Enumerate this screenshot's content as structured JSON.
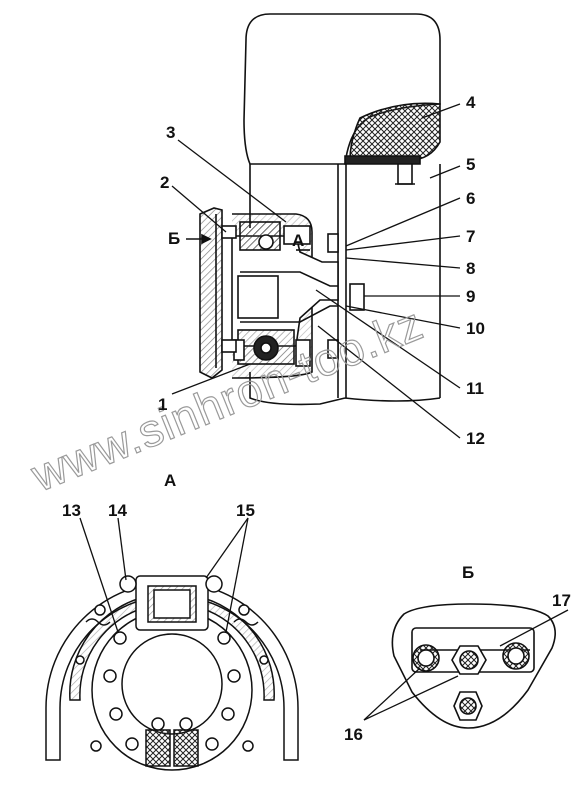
{
  "diagram": {
    "callouts": [
      "1",
      "2",
      "3",
      "4",
      "5",
      "6",
      "7",
      "8",
      "9",
      "10",
      "11",
      "12",
      "13",
      "14",
      "15",
      "16",
      "17"
    ],
    "section_a": "А",
    "section_b": "Б",
    "marker_a": "А",
    "marker_b": "Б"
  },
  "watermark": "www.sinhron-too.kz",
  "colors": {
    "line": "#111111",
    "hatch": "#555555",
    "watermark": "#9a9a9a"
  }
}
